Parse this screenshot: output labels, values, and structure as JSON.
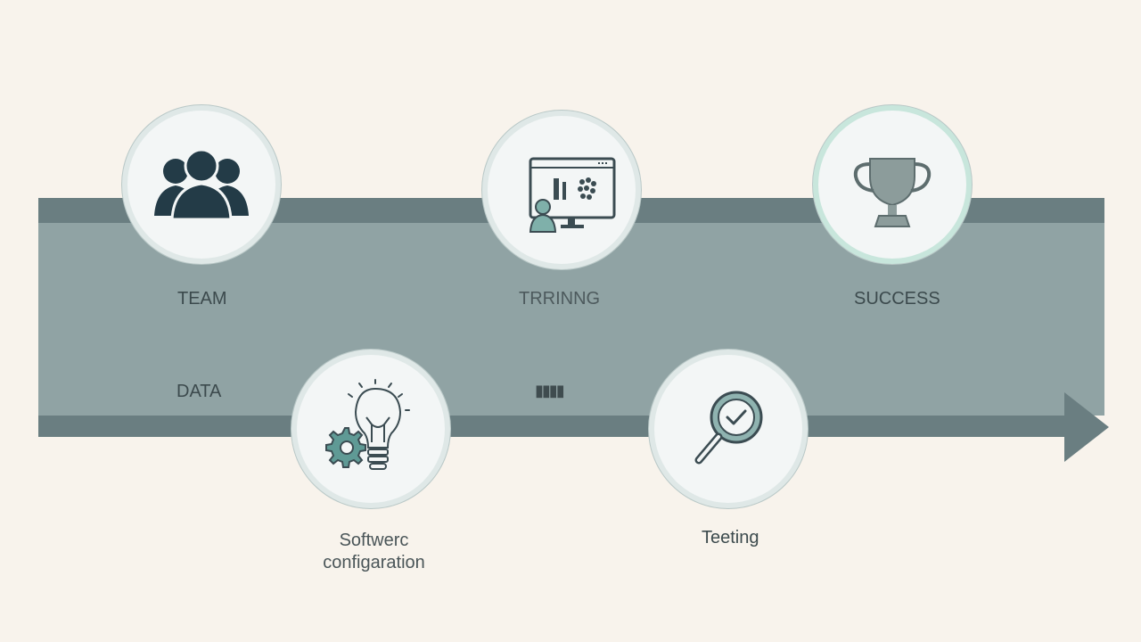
{
  "diagram": {
    "title": "",
    "steps_top": [
      {
        "label": "TEAM",
        "icon": "team-icon"
      },
      {
        "label": "TRRINNG",
        "icon": "training-screen-icon"
      },
      {
        "label": "SUCCESS",
        "icon": "trophy-icon"
      }
    ],
    "steps_bottom": [
      {
        "label_line1": "Softwerc",
        "label_line2": "configaration",
        "icon": "gear-lightbulb-icon"
      },
      {
        "label": "Teeting",
        "icon": "magnifier-check-icon"
      }
    ],
    "band_labels": [
      {
        "label": "DATA"
      },
      {
        "label": "▮▮▮▮"
      }
    ],
    "colors": {
      "background": "#f8f3ec",
      "band_dark": "#6a7e81",
      "band_light": "#90a3a4",
      "icon_dark": "#233b47",
      "icon_teal": "#5f9a95",
      "icon_gray": "#8c9c9b",
      "circle_fill": "#f3f6f6",
      "circle_ring": "#dfe8e7"
    }
  }
}
